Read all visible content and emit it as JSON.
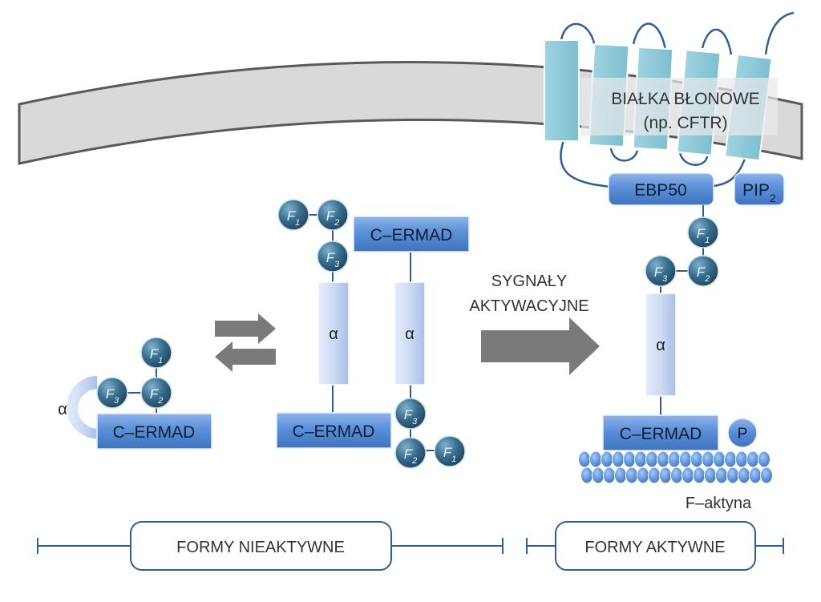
{
  "membrane_proteins": {
    "line1": "BIAŁKA BŁONOWE",
    "line2": "(np. CFTR)"
  },
  "ebp50": "EBP50",
  "pip": {
    "base": "PIP",
    "sub": "2"
  },
  "cermad": "C–ERMAD",
  "alpha": "α",
  "phospho": "P",
  "factin": "F–aktyna",
  "signals": {
    "line1": "SYGNAŁY",
    "line2": "AKTYWACYJNE"
  },
  "domain_f": "F",
  "sub1": "1",
  "sub2": "2",
  "sub3": "3",
  "groups": {
    "inactive": "FORMY NIEAKTYWNE",
    "active": "FORMY AKTYWNE"
  },
  "colors": {
    "membrane": "#d9d9d9",
    "tm_helix": "#8fcbd8",
    "blue_box": "#4f86cf",
    "alpha_box": "#c9d7f2",
    "f_domain": "#2a5a78",
    "arrow": "#7a7a7a",
    "outline": "#2f5f9a"
  }
}
